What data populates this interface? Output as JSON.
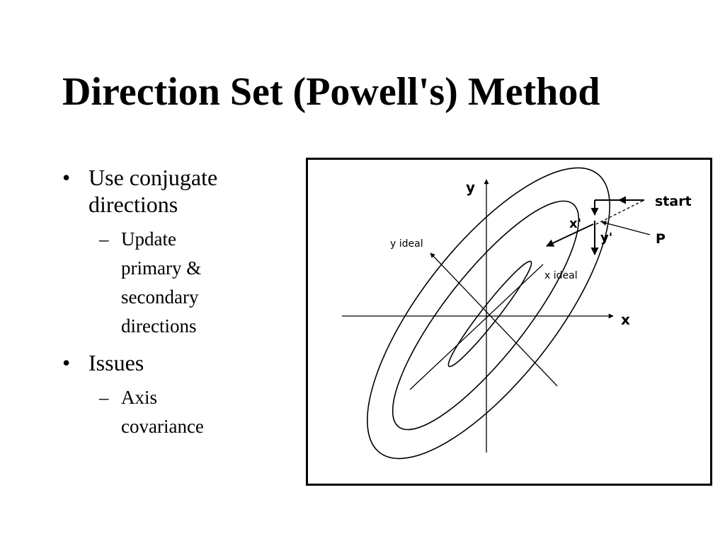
{
  "slide": {
    "title": "Direction Set (Powell's) Method",
    "bullets": [
      {
        "marker": "•",
        "lines": [
          "Use conjugate",
          "directions"
        ],
        "sub": [
          {
            "marker": "–",
            "lines": [
              "Update",
              "primary &",
              "secondary",
              "directions"
            ]
          }
        ]
      },
      {
        "marker": "•",
        "lines": [
          "Issues"
        ],
        "sub": [
          {
            "marker": "–",
            "lines": [
              "Axis",
              "covariance"
            ]
          }
        ]
      }
    ]
  },
  "diagram": {
    "labels": {
      "y_axis": "y",
      "x_axis": "x",
      "start": "start",
      "p": "P",
      "x_prime": "x'",
      "y_prime": "y'",
      "y_ideal": "y ideal",
      "x_ideal": "x ideal"
    }
  }
}
